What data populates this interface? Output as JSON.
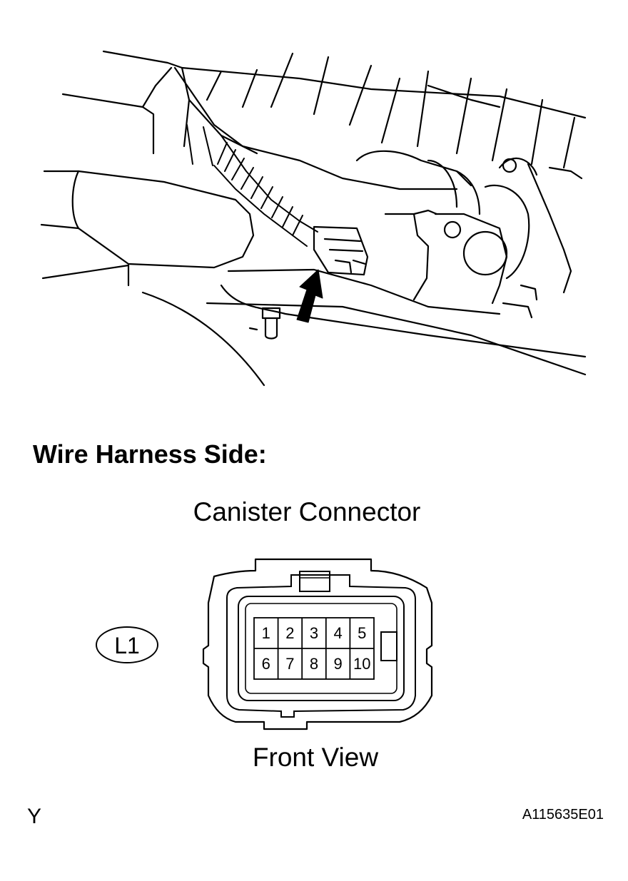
{
  "heading": "Wire Harness Side:",
  "connector": {
    "name": "Canister Connector",
    "code": "L1",
    "view": "Front View",
    "pins_top": [
      "1",
      "2",
      "3",
      "4",
      "5"
    ],
    "pins_bottom": [
      "6",
      "7",
      "8",
      "9",
      "10"
    ]
  },
  "corner_mark": "Y",
  "figure_id": "A115635E01",
  "icons": {
    "illustration": "engine-harness-line-drawing",
    "arrow": "pointer-arrow-icon"
  }
}
